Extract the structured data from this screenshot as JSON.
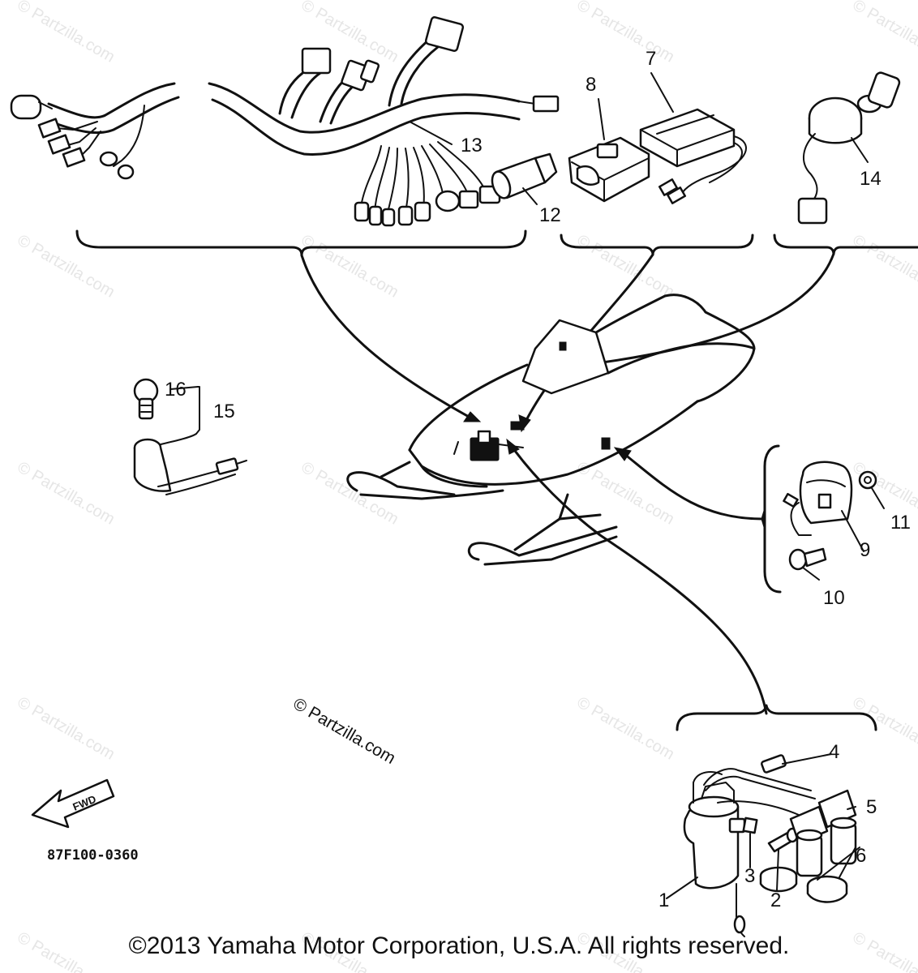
{
  "watermark": {
    "text": "© Partzilla.com",
    "main_text": "© Partzilla.com"
  },
  "callouts": {
    "c1": "1",
    "c2": "2",
    "c3": "3",
    "c4": "4",
    "c5": "5",
    "c6": "6",
    "c7": "7",
    "c8": "8",
    "c9": "9",
    "c10": "10",
    "c11": "11",
    "c12": "12",
    "c13": "13",
    "c14": "14",
    "c15": "15",
    "c16": "16"
  },
  "forward_arrow_label": "FWD",
  "diagram_code": "87F100-0360",
  "copyright": "©2013 Yamaha Motor Corporation, U.S.A. All rights reserved."
}
